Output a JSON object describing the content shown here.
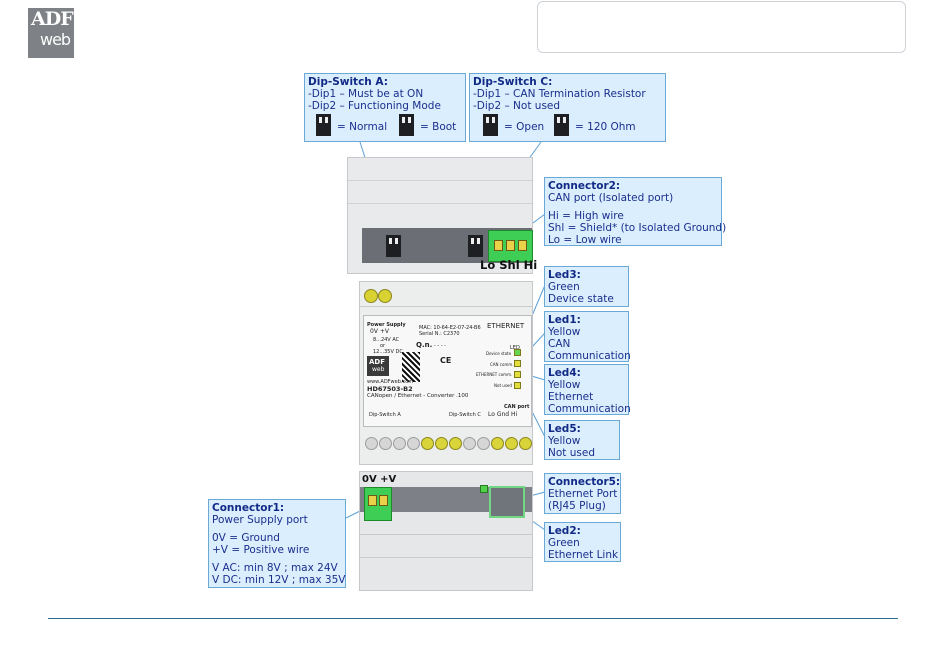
{
  "logo": {
    "line1": "ADF",
    "line2": "web"
  },
  "dip_a": {
    "title": "Dip-Switch A:",
    "line1": "-Dip1 – Must be at ON",
    "line2": "-Dip2 – Functioning Mode",
    "opt1": "= Normal",
    "opt2": "= Boot"
  },
  "dip_c": {
    "title": "Dip-Switch C:",
    "line1": "-Dip1 – CAN Termination Resistor",
    "line2": "-Dip2 – Not used",
    "opt1": "= Open",
    "opt2": "= 120 Ohm"
  },
  "connector2": {
    "title": "Connector2:",
    "line1": "CAN port (Isolated port)",
    "line2": "Hi = High wire",
    "line3": "Shl = Shield* (to Isolated Ground)",
    "line4": "Lo = Low wire"
  },
  "led3": {
    "title": "Led3:",
    "line1": "Green",
    "line2": "Device state"
  },
  "led1": {
    "title": "Led1:",
    "line1": "Yellow",
    "line2": "CAN",
    "line3": "Communication"
  },
  "led4": {
    "title": "Led4:",
    "line1": "Yellow",
    "line2": "Ethernet",
    "line3": "Communication"
  },
  "led5": {
    "title": "Led5:",
    "line1": "Yellow",
    "line2": "Not used"
  },
  "connector5": {
    "title": "Connector5:",
    "line1": "Ethernet Port",
    "line2": "(RJ45 Plug)"
  },
  "led2": {
    "title": "Led2:",
    "line1": "Green",
    "line2": "Ethernet Link"
  },
  "connector1": {
    "title": "Connector1:",
    "line1": "Power Supply port",
    "line2": "0V = Ground",
    "line3": "+V = Positive wire",
    "line4": "V AC: min 8V ; max 24V",
    "line5": "V DC: min 12V ; max 35V"
  },
  "device": {
    "lohi": "Lo Shl Hi",
    "power_label": "0V +V",
    "ethernet_label": "ETHERNET",
    "power_supply": "Power Supply",
    "ov_v": "0V  +V",
    "ac": "8...24V AC",
    "or": "or",
    "dc": "12...35V DC",
    "mac": "MAC: 10-64-E2-07-24-B6",
    "serial": "Serial N.: C2370",
    "qn": "Q.n.",
    "qn_val": "- - - -",
    "ce": "CE",
    "brand_top": "ADF",
    "brand_bot": "web",
    "url": "www.ADFweb.com",
    "model": "HD67503-B2",
    "desc": "CANopen / Ethernet - Converter .100",
    "dip_a": "Dip-Switch A",
    "dip_c": "Dip-Switch C",
    "can_port": "CAN port",
    "can_pins": "Lo  Gnd  Hi",
    "led_device": "Device state",
    "led_can": "CAN comm.",
    "led_eth": "ETHERNET comm.",
    "led_nu": "Not used",
    "led_lbl": "LED"
  },
  "colors": {
    "callout_bg": "#dbeefe",
    "callout_border": "#6aa9d6",
    "callout_text": "#1a2f8c",
    "terminal_green": "#3fce55",
    "logo_grey": "#7e8186"
  }
}
